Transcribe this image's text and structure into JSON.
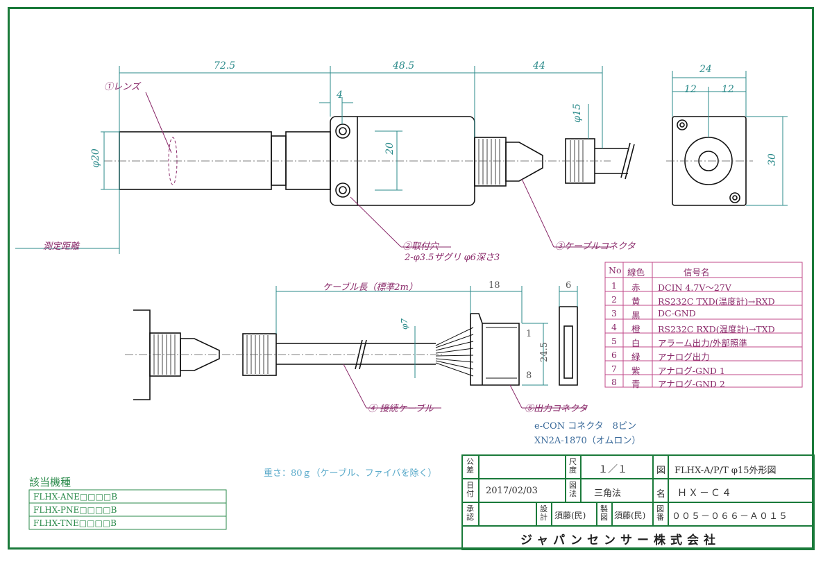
{
  "dimensions": {
    "d_72_5": "72.5",
    "d_48_5": "48.5",
    "d_44": "44",
    "d_4": "4",
    "d_phi20": "φ20",
    "d_20": "20",
    "d_phi15": "φ15",
    "d_24": "24",
    "d_12a": "12",
    "d_12b": "12",
    "d_30": "30",
    "d_cable_len": "ケーブル長（標準2m）",
    "d_18": "18",
    "d_6": "6",
    "d_phi7": "φ7",
    "d_24_5": "24.5",
    "pin_1": "1",
    "pin_8": "8"
  },
  "callouts": {
    "lens": "①レンズ",
    "mount_hole": "②取付穴",
    "mount_hole_spec": "2-φ3.5ザグリ φ6深さ3",
    "cable_connector": "③ケーブルコネクタ",
    "connection_cable": "④ 接続ケーブル",
    "output_connector": "⑤出力コネクタ",
    "measure_distance": "測定距離",
    "econ_line1": "e-CON コネクタ　8ピン",
    "econ_line2": "XN2A-1870（オムロン）",
    "weight": "重さ：80ｇ（ケーブル、ファイバを除く）"
  },
  "signal_table": {
    "headers": [
      "No",
      "線色",
      "信号名"
    ],
    "rows": [
      [
        "1",
        "赤",
        "DCIN 4.7V～27V"
      ],
      [
        "2",
        "黄",
        "RS232C TXD(温度計)→RXD"
      ],
      [
        "3",
        "黒",
        "DC-GND"
      ],
      [
        "4",
        "橙",
        "RS232C RXD(温度計)→TXD"
      ],
      [
        "5",
        "白",
        "アラーム出力/外部照準"
      ],
      [
        "6",
        "緑",
        "アナログ出力"
      ],
      [
        "7",
        "紫",
        "アナログ-GND 1"
      ],
      [
        "8",
        "青",
        "アナログ-GND 2"
      ]
    ]
  },
  "models": {
    "title": "該当機種",
    "items": [
      "FLHX-ANE□□□□B",
      "FLHX-PNE□□□□B",
      "FLHX-TNE□□□□B"
    ]
  },
  "title_block": {
    "tolerance_label": "公差",
    "scale_label": "尺度",
    "scale_value": "１／１",
    "drawing_label": "図",
    "drawing_title": "FLHX-A/P/T φ15外形図",
    "date_label": "日付",
    "date_value": "2017/02/03",
    "projection_label": "図法",
    "projection_value": "三角法",
    "name_label": "名",
    "name_value": "ＨＸ－Ｃ４",
    "approve_label": "承認",
    "design_label": "設計",
    "designer": "須藤(民)",
    "make_label": "製図",
    "drafter": "須藤(民)",
    "number_label": "図番",
    "number_value": "００５－０６６－Ａ０１５",
    "company": "ジャパンセンサー株式会社"
  },
  "colors": {
    "frame": "#1a7a3a",
    "dimension": "#2a8a8a",
    "callout": "#8a2a6a",
    "outline": "#111111"
  }
}
